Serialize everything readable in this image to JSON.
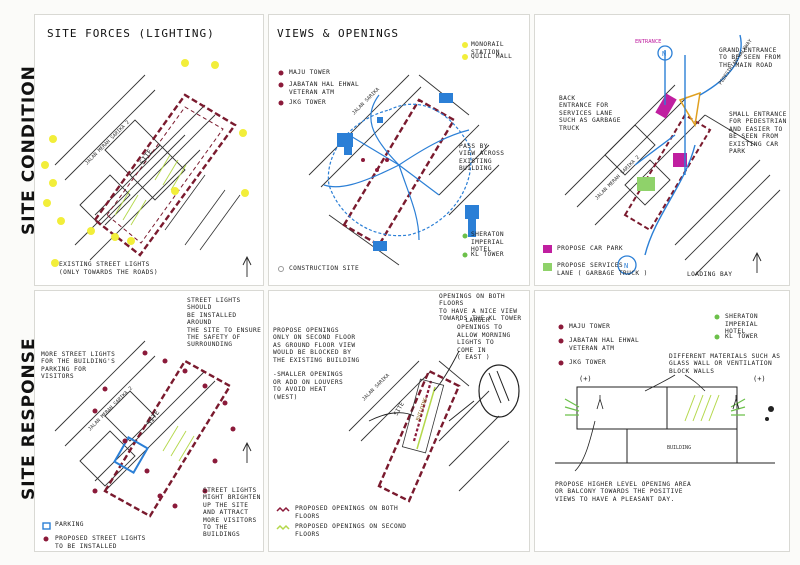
{
  "rows": {
    "top": "SITE CONDITION",
    "bottom": "SITE RESPONSE"
  },
  "panels": {
    "lighting": {
      "title": "SITE FORCES (LIGHTING)",
      "road_label": "JALAN MERAH SARIKA 2",
      "site_label": "SITE",
      "legend": "EXISTING STREET LIGHTS\n(ONLY TOWARDS THE ROADS)"
    },
    "views": {
      "title": "VIEWS & OPENINGS",
      "legend_top": [
        "MONORAIL STATION",
        "QUILL MALL"
      ],
      "legend_left": [
        "MAJU TOWER",
        "JABATAN HAL EHWAL\nVETERAN ATM",
        "JKG TOWER"
      ],
      "road_label": "JALAN SARIKA",
      "note": "PASS BY\nVIEW ACROSS\nEXISTING BUILDING",
      "legend_bottom_right": [
        "SHERATON IMPERIAL\nHOTEL",
        "KL TOWER"
      ],
      "construction": "CONSTRUCTION SITE"
    },
    "access": {
      "entry_label": "ENTRANCE",
      "pedestrian_label": "PEDESTRIAN WALKWAY",
      "grand": "GRAND ENTRANCE\nTO BE SEEN FROM\nTHE MAIN ROAD",
      "back": "BACK\nENTRANCE FOR\nSERVICES LANE\nSUCH AS GARBAGE\nTRUCK",
      "small": "SMALL ENTRANCE\nFOR PEDESTRIAN\nAND EASIER TO\nBE SEEN FROM\nEXISTING CAR\nPARK",
      "road_label": "JALAN MERAH SARIKA 2",
      "legend": [
        "PROPOSE CAR PARK",
        "PROPOSE SERVICES\nLANE ( GARBAGE TRUCK )"
      ],
      "loading": "LOADING BAY"
    },
    "lights_response": {
      "note_top": "STREET LIGHTS SHOULD\nBE INSTALLED AROUND\nTHE SITE TO ENSURE\nTHE SAFETY OF\nSURROUNDING",
      "note_left": "MORE STREET LIGHTS\nFOR THE BUILDING'S\nPARKING FOR\nVISITORS",
      "road_label": "JALAN MERAH SARIKA 2",
      "site_label": "SITE",
      "note_right": "STREET LIGHTS\nMIGHT BRIGHTEN\nUP THE SITE\nAND ATTRACT\nMORE VISITORS\nTO THE BUILDINGS",
      "legend": [
        "PARKING",
        "PROPOSED STREET LIGHTS\nTO BE INSTALLED"
      ]
    },
    "openings_response": {
      "note_left": "PROPOSE OPENINGS\nONLY ON SECOND FLOOR\nAS GROUND FLOOR VIEW\nWOULD BE BLOCKED BY\nTHE EXISTING BUILDING\n\n-SMALLER OPENINGS\nOR ADD ON LOUVERS\nTO AVOID HEAT\n(WEST)",
      "note_top": "OPENINGS ON BOTH FLOORS\nTO HAVE A NICE VIEW\nTOWARDS THE KL TOWER",
      "note_larger": "- LARGER\nOPENINGS TO\nALLOW MORNING\nLIGHTS TO\nCOME IN\n( EAST )",
      "road_label": "JALAN SARIKA",
      "site_label": "SITE",
      "building_label": "BUILDING",
      "legend": [
        "PROPOSED OPENINGS ON BOTH\nFLOORS",
        "PROPOSED OPENINGS ON SECOND\nFLOORS"
      ]
    },
    "section": {
      "legend_left": [
        "MAJU TOWER",
        "JABATAN HAL EHWAL\nVETERAN ATM",
        "JKG TOWER"
      ],
      "legend_right": [
        "SHERATON IMPERIAL\nHOTEL",
        "KL TOWER"
      ],
      "materials": "DIFFERENT MATERIALS SUCH AS\nGLASS WALL OR VENTILATION\nBLOCK WALLS",
      "plus_left": "(+)",
      "plus_right": "(+)",
      "building": "BUILDING",
      "note": "PROPOSE HIGHER LEVEL OPENING AREA\nOR BALCONY TOWARDS THE POSITIVE\nVIEWS TO HAVE A PLEASANT DAY."
    },
    "north": "N"
  },
  "colors": {
    "site_boundary": "#7a1a2e",
    "light_yellow": "#f2ee3a",
    "view_blue": "#2b7fd6",
    "tower_dot": "#8b1a3a",
    "green": "#6cc04a",
    "magenta": "#c01fa0",
    "hatch_green": "#b4d84a"
  }
}
